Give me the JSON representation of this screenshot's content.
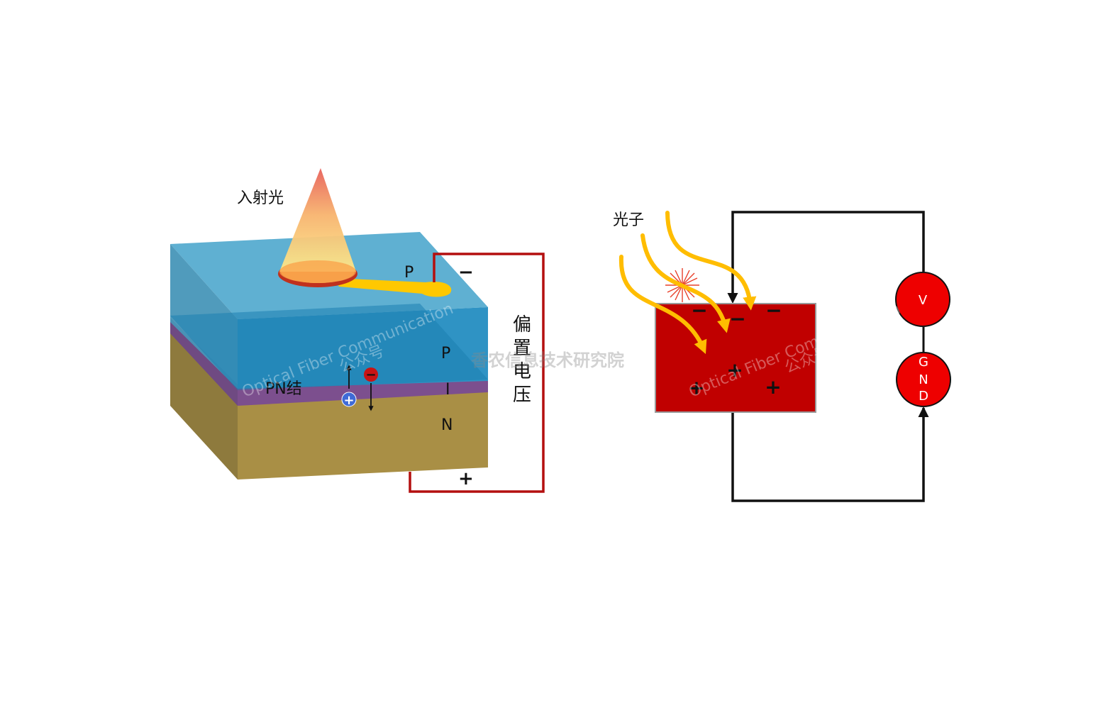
{
  "left_diagram": {
    "incident_light_label": "入射光",
    "top_p_label": "P",
    "contact_minus": "−",
    "contact_plus": "+",
    "layer_p_label": "P",
    "layer_i_label": "I",
    "layer_n_label": "N",
    "pn_junction_label": "PN结",
    "bias_voltage_label": [
      "偏",
      "置",
      "电",
      "压"
    ],
    "hole_symbol": "+",
    "electron_symbol": "−"
  },
  "right_diagram": {
    "photon_label": "光子",
    "top_charges": [
      "−",
      "−",
      "−"
    ],
    "bottom_charges": [
      "+",
      "+",
      "+"
    ],
    "voltmeter_label": "V",
    "ground_label": [
      "G",
      "N",
      "D"
    ]
  },
  "watermarks": {
    "center_text": "香农信息技术研究院",
    "english_text": "Optical Fiber Communication",
    "account_text": "公众号"
  },
  "colors": {
    "top_slab": "#5dafd0",
    "pn_layer": "#7c4f8e",
    "n_layer": "#a98f45",
    "circuit_red": "#b40f0f",
    "wire_black": "#111111",
    "photon_yellow": "#ffbd00",
    "meter_red": "#ee0000"
  }
}
